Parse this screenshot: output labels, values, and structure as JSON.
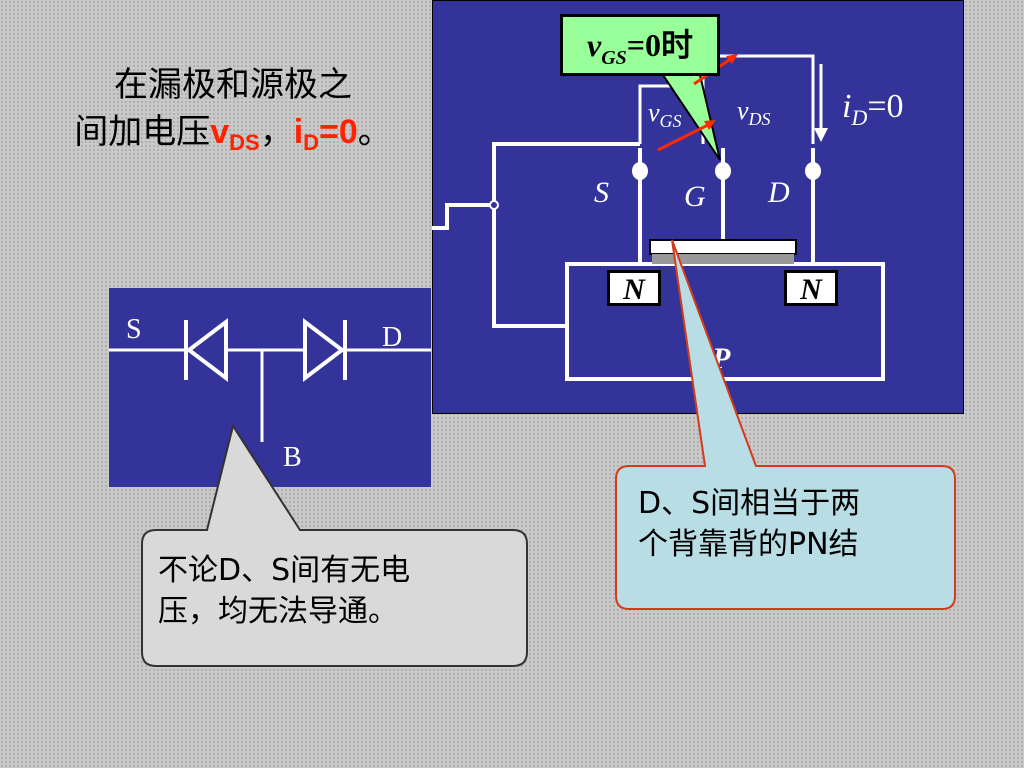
{
  "heading": {
    "line1": "在漏极和源极之",
    "line2_prefix": "间加电压",
    "v": "v",
    "v_sub": "DS",
    "comma": "，",
    "i": "i",
    "i_sub": "D",
    "i_value": "=0",
    "period": "。"
  },
  "mosfet": {
    "vgs_box": {
      "v": "v",
      "sub": "GS",
      "value": "=0时"
    },
    "vgs_label": {
      "v": "v",
      "sub": "GS"
    },
    "vds_label": {
      "v": "v",
      "sub": "DS"
    },
    "id_label": {
      "i": "i",
      "sub": "D",
      "value": "=0"
    },
    "terminal_s": "S",
    "terminal_g": "G",
    "terminal_d": "D",
    "n_left": "N",
    "n_right": "N",
    "substrate": "P"
  },
  "diode_diagram": {
    "label_s": "S",
    "label_d": "D",
    "label_b": "B"
  },
  "callout_left": {
    "line1": "不论D、S间有无电",
    "line2": "压，均无法导通。"
  },
  "callout_right": {
    "line1": "D、S间相当于两",
    "line2": "个背靠背的PN结"
  },
  "colors": {
    "panel_blue": "#333399",
    "highlight_red": "#ff2200",
    "green_box": "#99ff99",
    "callout_gray": "#d9d9d9",
    "callout_cyan": "#b8dde4",
    "arrow_red": "#ff2a00"
  }
}
